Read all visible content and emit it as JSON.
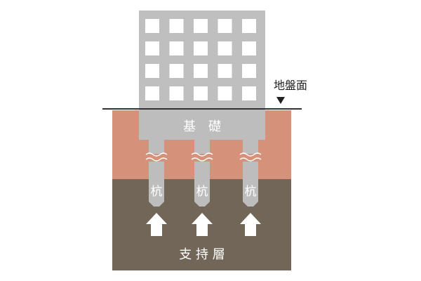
{
  "labels": {
    "ground_surface": "地盤面",
    "foundation": "基　礎",
    "pile": "杭",
    "bearing_layer": "支 持 層"
  },
  "colors": {
    "building": "#bfbfbf",
    "window": "#ffffff",
    "concrete": "#bdbdbd",
    "soil_upper": "#d59179",
    "soil_lower": "#716658",
    "ground_line": "#333333",
    "marker": "#222222",
    "arrow": "#ffffff",
    "text_light": "#ffffff",
    "text_dark": "#222222"
  },
  "building": {
    "window_rows": 4,
    "window_cols": 5
  },
  "pile_count": 3,
  "icons": {
    "ground_marker": "down-triangle-icon",
    "support_arrow": "up-arrow-icon",
    "break_mark": "wavy-break-icon"
  }
}
